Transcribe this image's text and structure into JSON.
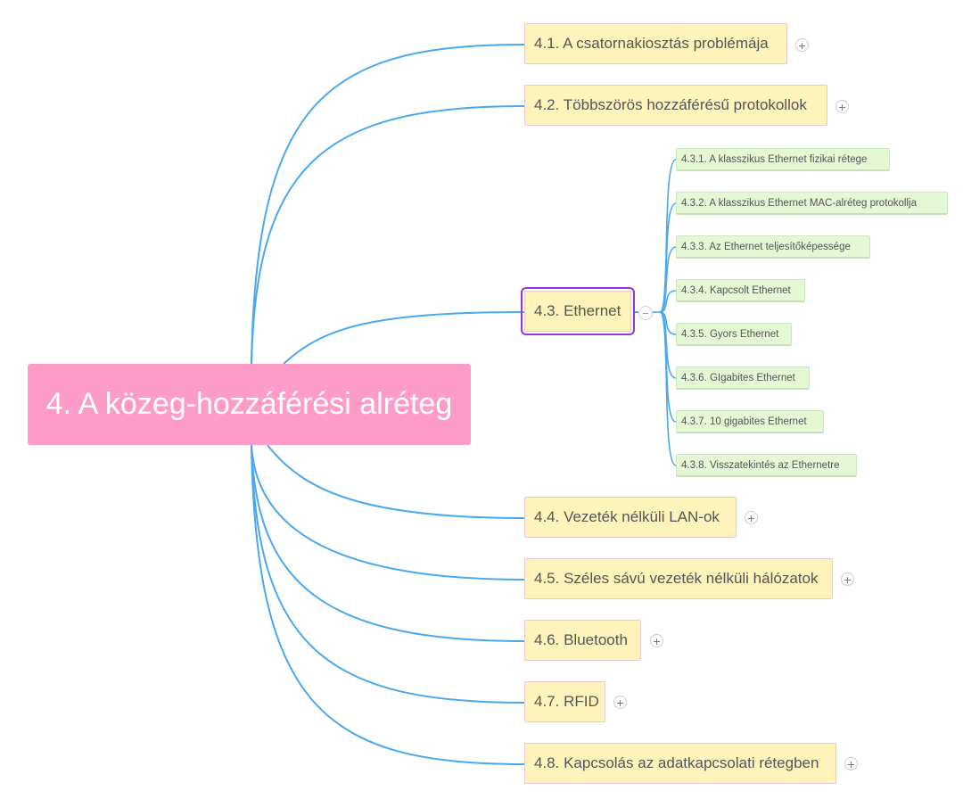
{
  "colors": {
    "connector": "#4aa8ee",
    "root_fill": "#fe9cc9",
    "root_text": "#ffffff",
    "topic_fill": "#fdf3bb",
    "subtopic_fill": "#e4f8d6",
    "selection_outline": "#9a32d7"
  },
  "root": {
    "label": "4. A közeg-hozzáférési alréteg"
  },
  "topics": [
    {
      "label": "4.1. A csatornakiosztás problémája",
      "control": "+",
      "control_icon": "plus-icon"
    },
    {
      "label": "4.2. Többszörös hozzáférésű protokollok",
      "control": "+",
      "control_icon": "plus-icon"
    },
    {
      "label": "4.3. Ethernet",
      "control": "−",
      "control_icon": "minus-icon",
      "selected": true
    },
    {
      "label": "4.4. Vezeték nélküli LAN-ok",
      "control": "+",
      "control_icon": "plus-icon"
    },
    {
      "label": "4.5. Széles sávú vezeték nélküli hálózatok",
      "control": "+",
      "control_icon": "plus-icon"
    },
    {
      "label": "4.6. Bluetooth",
      "control": "+",
      "control_icon": "plus-icon"
    },
    {
      "label": "4.7. RFID",
      "control": "+",
      "control_icon": "plus-icon"
    },
    {
      "label": "4.8. Kapcsolás az adatkapcsolati rétegben",
      "control": "+",
      "control_icon": "plus-icon"
    }
  ],
  "subtopics": [
    {
      "label": "4.3.1. A klasszikus Ethernet fizikai rétege"
    },
    {
      "label": "4.3.2. A klasszikus Ethernet MAC-alréteg protokollja"
    },
    {
      "label": "4.3.3. Az Ethernet teljesítőképessége"
    },
    {
      "label": "4.3.4. Kapcsolt Ethernet"
    },
    {
      "label": "4.3.5. Gyors Ethernet"
    },
    {
      "label": "4.3.6. GIgabites Ethernet"
    },
    {
      "label": "4.3.7. 10 gigabites Ethernet"
    },
    {
      "label": "4.3.8. Visszatekintés az Ethernetre"
    }
  ]
}
